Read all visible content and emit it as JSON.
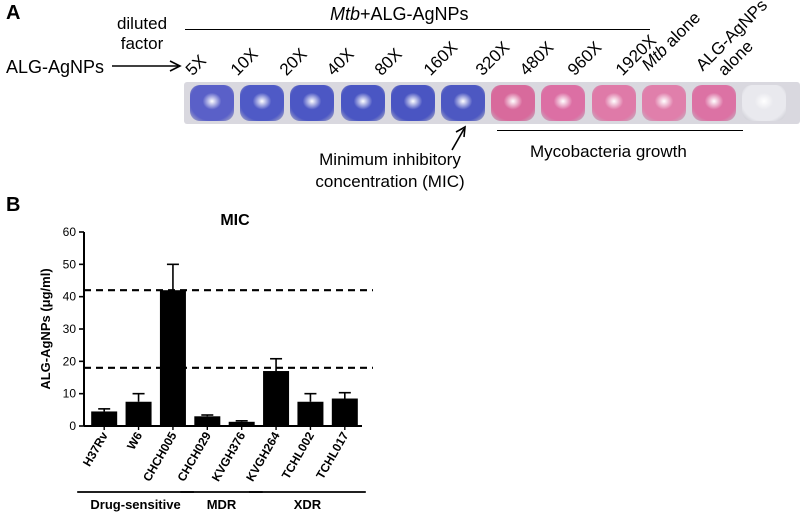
{
  "panel_a": {
    "label": "A",
    "mtb_italic": "Mtb",
    "mtb_rest": "+ALG-AgNPs",
    "diluted_line1": "diluted",
    "diluted_line2": "factor",
    "alg_agnps": "ALG-AgNPs",
    "dilutions": [
      "5X",
      "10X",
      "20X",
      "40X",
      "80X",
      "160X",
      "320X",
      "480X",
      "960X",
      "1920X"
    ],
    "mtb_alone_italic": "Mtb",
    "mtb_alone_rest": " alone",
    "alg_alone_line1": "ALG-AgNPs",
    "alg_alone_line2": "alone",
    "mic_line1": "Minimum inhibitory",
    "mic_line2": "concentration (MIC)",
    "growth_label": "Mycobacteria growth",
    "well_colors": [
      "#5a60c8",
      "#4f5ac6",
      "#4c57c4",
      "#4a56c3",
      "#4a55c2",
      "#4d58c2",
      "#d86a9c",
      "#dc6fa4",
      "#df7aa8",
      "#e07fab",
      "#dc72a4",
      "#e9e9ee"
    ]
  },
  "panel_b": {
    "label": "B"
  },
  "chart_data": {
    "type": "bar",
    "title": "MIC",
    "ylabel": "ALG-AgNPs (μg/ml)",
    "ylim": [
      0,
      60
    ],
    "yticks": [
      "0",
      "10",
      "20",
      "30",
      "40",
      "50",
      "60"
    ],
    "categories": [
      "H37Rv",
      "W6",
      "CHCH005",
      "CHCH029",
      "KVGH376",
      "KVGH264",
      "TCHL002",
      "TCHL017"
    ],
    "values": [
      4.5,
      7.5,
      42,
      3,
      1.3,
      17,
      7.5,
      8.5
    ],
    "errors": [
      0.8,
      2.5,
      8,
      0.4,
      0.3,
      3.8,
      2.5,
      1.8
    ],
    "reference_lines": [
      42,
      18
    ],
    "groups": [
      {
        "name": "Drug-sensitive",
        "start": 0,
        "end": 2
      },
      {
        "name": "MDR",
        "start": 3,
        "end": 4
      },
      {
        "name": "XDR",
        "start": 5,
        "end": 7
      }
    ],
    "bar_color": "#000000"
  }
}
